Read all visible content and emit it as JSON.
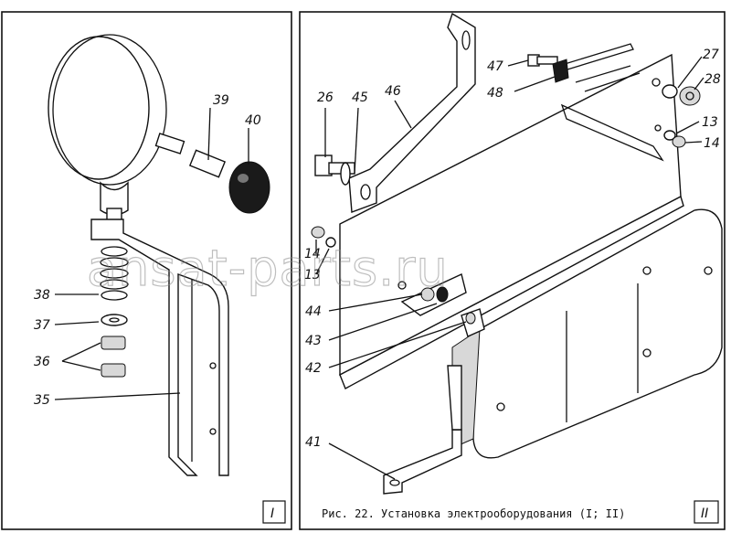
{
  "caption": "Рис. 22. Установка электрооборудования (I; II)",
  "watermark": "ansat-parts.ru",
  "panels": {
    "left": {
      "tag": "I"
    },
    "right": {
      "tag": "II"
    }
  },
  "callouts": {
    "p35": "35",
    "p36": "36",
    "p37": "37",
    "p38": "38",
    "p39": "39",
    "p40": "40",
    "p41": "41",
    "p42": "42",
    "p43": "43",
    "p44": "44",
    "p45": "45",
    "p46": "46",
    "p47": "47",
    "p48": "48",
    "p26": "26",
    "p27": "27",
    "p28": "28",
    "p13a": "13",
    "p14a": "14",
    "p13b": "13",
    "p14b": "14"
  }
}
